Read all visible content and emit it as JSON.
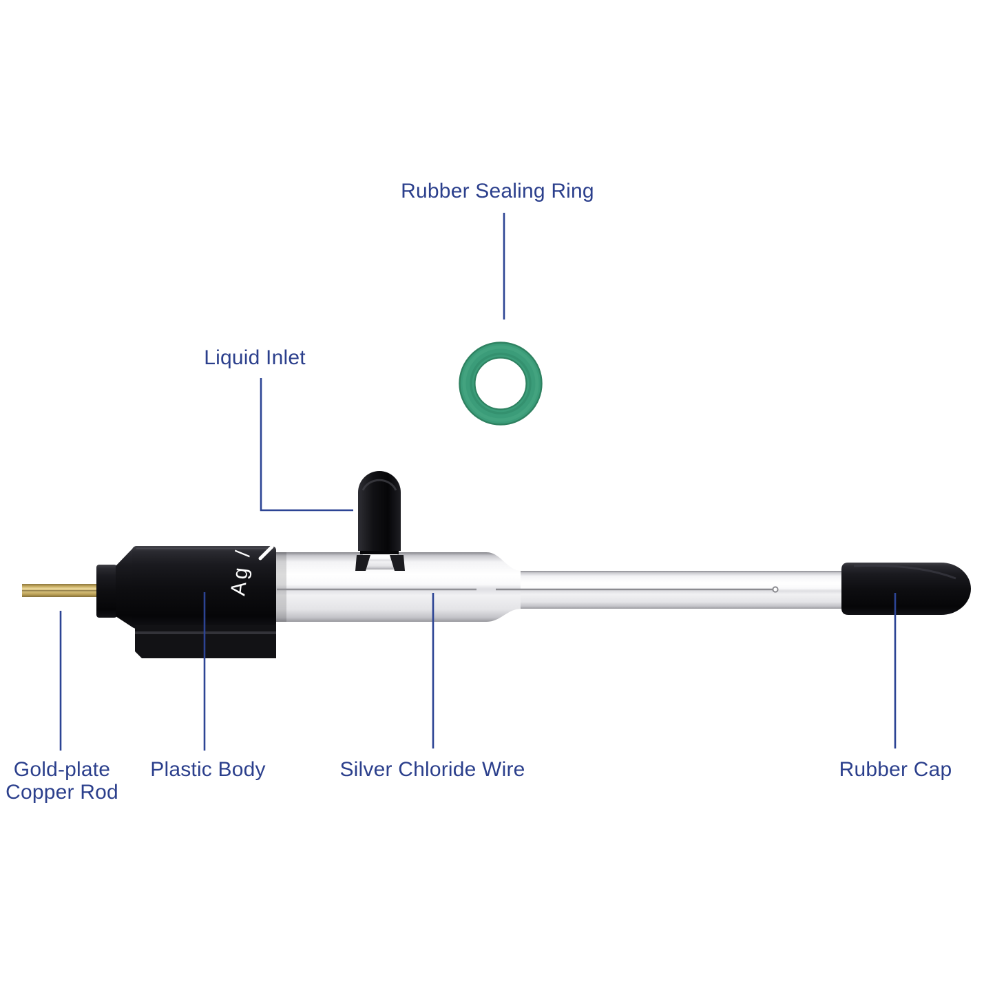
{
  "labels": {
    "rubber_sealing_ring": "Rubber Sealing Ring",
    "liquid_inlet": "Liquid Inlet",
    "gold_plate_line1": "Gold-plate",
    "gold_plate_line2": "Copper Rod",
    "plastic_body": "Plastic Body",
    "silver_chloride_wire": "Silver Chloride Wire",
    "rubber_cap": "Rubber Cap"
  },
  "markings": {
    "body_text": "Ag /"
  },
  "colors": {
    "label_text": "#2b3f8c",
    "leader_line": "#2c4494",
    "oring_green": "#3b9c79",
    "oring_edge": "#2e8160",
    "plastic_black": "#0e0e11",
    "gold_pin": "#c9ab5e",
    "glass_white": "#f4f4f6",
    "background": "#ffffff"
  }
}
